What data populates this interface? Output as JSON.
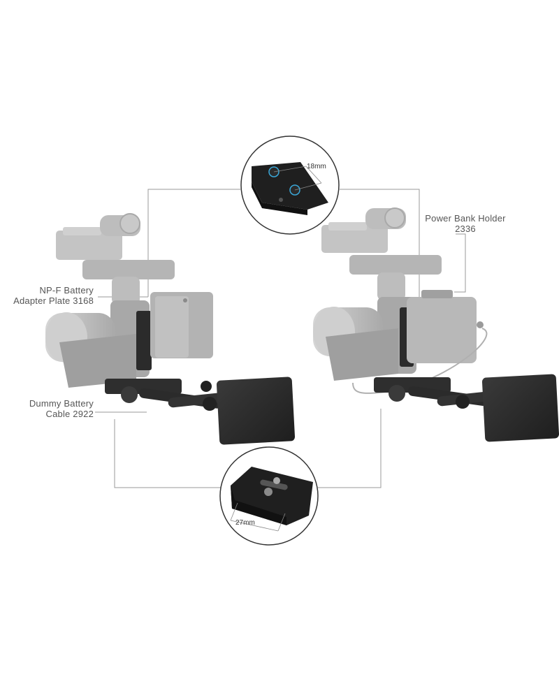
{
  "callouts": {
    "npf_plate": {
      "line1": "NP-F Battery",
      "line2": "Adapter Plate 3168"
    },
    "dummy_cable": {
      "line1": "Dummy Battery",
      "line2": "Cable 2922"
    },
    "power_bank": {
      "line1": "Power Bank Holder",
      "line2": "2336"
    }
  },
  "details": {
    "top_spacing": "18mm",
    "bottom_spacing": "27mm"
  },
  "colors": {
    "camera_gray": "#b9b9b9",
    "camera_dark": "#9a9a9a",
    "rig_black": "#2b2b2b",
    "line_gray": "#999999",
    "text_gray": "#555555",
    "accent_blue": "#3aa7d8"
  }
}
